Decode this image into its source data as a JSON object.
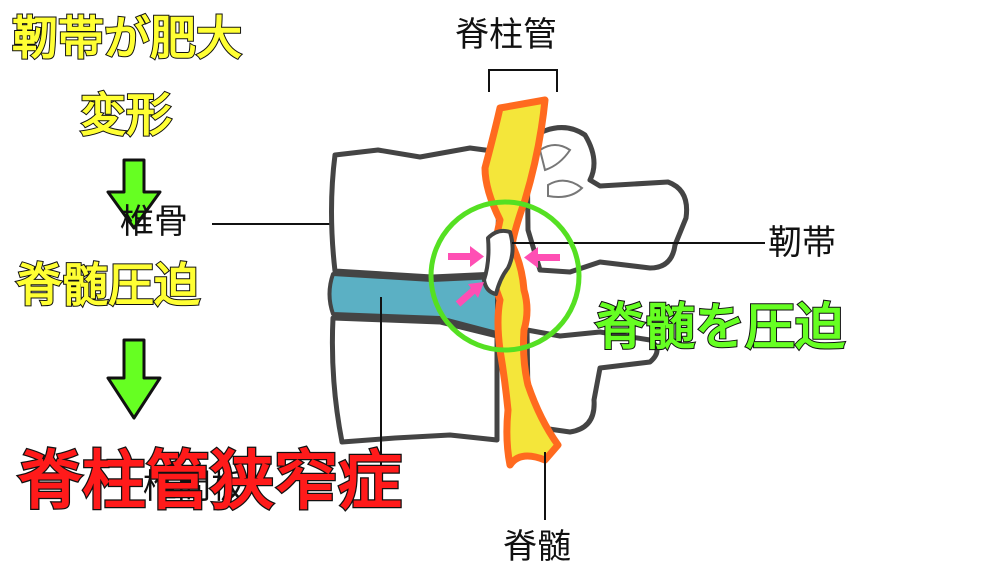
{
  "left_flow": {
    "step1_line1": "靭帯が肥大",
    "step1_line2": "変形",
    "step2": "脊髄圧迫",
    "result": "脊柱管狭窄症"
  },
  "labels": {
    "spinal_canal": "脊柱管",
    "vertebra": "椎骨",
    "ligament": "靭帯",
    "disc": "椎間板",
    "spinal_cord": "脊髄"
  },
  "callout": "脊髄を圧迫",
  "colors": {
    "flow_yellow": "#ffff33",
    "arrow_green": "#66ff22",
    "result_red": "#ff1a1a",
    "disc_blue": "#5bb0c4",
    "cord_yellow": "#f4e63a",
    "cord_orange": "#ff6a1f",
    "compression_arrow_pink": "#ff4fb4",
    "highlight_circle": "#55e022"
  }
}
